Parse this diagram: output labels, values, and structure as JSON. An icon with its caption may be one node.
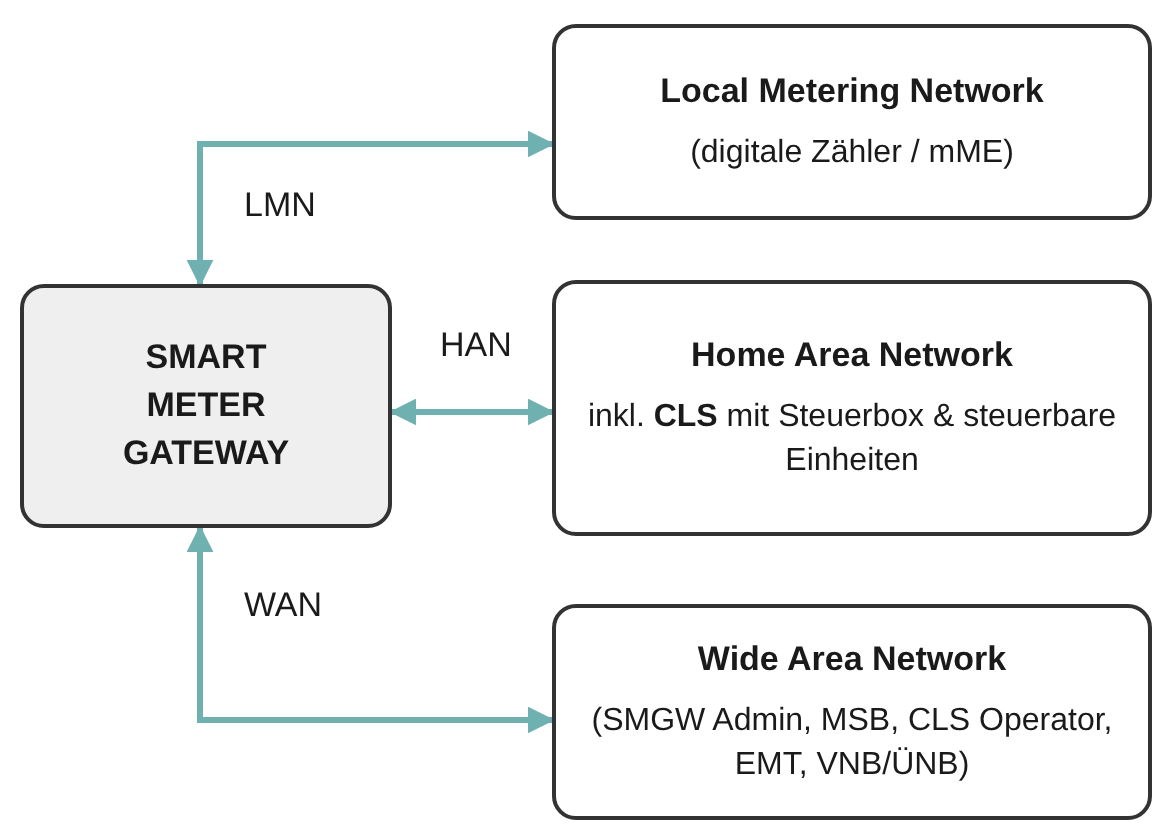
{
  "diagram": {
    "nodes": [
      {
        "text": [
          "SMART METER GATEWAY"
        ]
      },
      {
        "text": [
          "Local Metering Network",
          "(digitale Zähler / mME)"
        ]
      },
      {
        "text": [
          "Home Area Network",
          "inkl. **CLS** mit Steuerbox & steuerbare Einheiten"
        ]
      },
      {
        "text": [
          "Wide Area Network",
          "(SMGW Admin, MSB, CLS Operator, EMT, VNB/ÜNB)"
        ]
      }
    ],
    "edges": [
      {
        "from": 0,
        "to": 1,
        "arrow": "both",
        "label": "LMN"
      },
      {
        "from": 0,
        "to": 2,
        "arrow": "both",
        "label": "HAN"
      },
      {
        "from": 0,
        "to": 3,
        "arrow": "both",
        "label": "WAN"
      }
    ]
  }
}
